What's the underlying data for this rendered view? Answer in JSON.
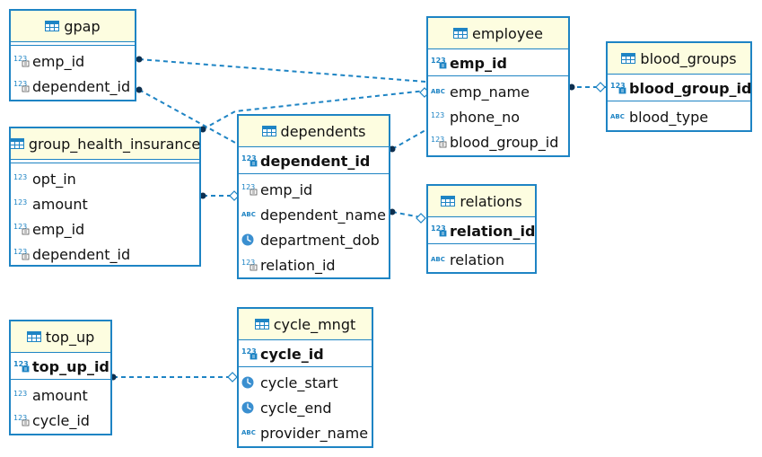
{
  "colors": {
    "border": "#1e84c4",
    "header_bg": "#fdfde0",
    "line": "#1e84c4"
  },
  "icons": {
    "table": "table-icon",
    "numeric": "numeric-icon",
    "text": "text-icon",
    "date": "date-icon"
  },
  "tables": {
    "gpap": {
      "name": "gpap",
      "pk": [],
      "fields": [
        {
          "label": "emp_id",
          "icon": "numeric-key"
        },
        {
          "label": "dependent_id",
          "icon": "numeric-key"
        }
      ]
    },
    "employee": {
      "name": "employee",
      "pk": [
        {
          "label": "emp_id",
          "icon": "numeric-pk"
        }
      ],
      "fields": [
        {
          "label": "emp_name",
          "icon": "text"
        },
        {
          "label": "phone_no",
          "icon": "numeric"
        },
        {
          "label": "blood_group_id",
          "icon": "numeric-key"
        }
      ]
    },
    "blood_groups": {
      "name": "blood_groups",
      "pk": [
        {
          "label": "blood_group_id",
          "icon": "numeric-pk"
        }
      ],
      "fields": [
        {
          "label": "blood_type",
          "icon": "text"
        }
      ]
    },
    "group_health_insurance": {
      "name": "group_health_insurance",
      "pk": [],
      "fields": [
        {
          "label": "opt_in",
          "icon": "numeric"
        },
        {
          "label": "amount",
          "icon": "numeric"
        },
        {
          "label": "emp_id",
          "icon": "numeric-key"
        },
        {
          "label": "dependent_id",
          "icon": "numeric-key"
        }
      ]
    },
    "dependents": {
      "name": "dependents",
      "pk": [
        {
          "label": "dependent_id",
          "icon": "numeric-pk"
        }
      ],
      "fields": [
        {
          "label": "emp_id",
          "icon": "numeric-key"
        },
        {
          "label": "dependent_name",
          "icon": "text"
        },
        {
          "label": "department_dob",
          "icon": "date"
        },
        {
          "label": "relation_id",
          "icon": "numeric-key"
        }
      ]
    },
    "relations": {
      "name": "relations",
      "pk": [
        {
          "label": "relation_id",
          "icon": "numeric-pk"
        }
      ],
      "fields": [
        {
          "label": "relation",
          "icon": "text"
        }
      ]
    },
    "top_up": {
      "name": "top_up",
      "pk": [
        {
          "label": "top_up_id",
          "icon": "numeric-pk"
        }
      ],
      "fields": [
        {
          "label": "amount",
          "icon": "numeric"
        },
        {
          "label": "cycle_id",
          "icon": "numeric-key"
        }
      ]
    },
    "cycle_mngt": {
      "name": "cycle_mngt",
      "pk": [
        {
          "label": "cycle_id",
          "icon": "numeric-pk"
        }
      ],
      "fields": [
        {
          "label": "cycle_start",
          "icon": "date"
        },
        {
          "label": "cycle_end",
          "icon": "date"
        },
        {
          "label": "provider_name",
          "icon": "text"
        }
      ]
    }
  },
  "relationships": [
    {
      "from": "gpap.emp_id",
      "to": "employee.emp_id"
    },
    {
      "from": "gpap.dependent_id",
      "to": "dependents.dependent_id"
    },
    {
      "from": "group_health_insurance.emp_id",
      "to": "employee.emp_id"
    },
    {
      "from": "group_health_insurance.dependent_id",
      "to": "dependents.dependent_id"
    },
    {
      "from": "dependents.emp_id",
      "to": "employee.emp_id"
    },
    {
      "from": "dependents.relation_id",
      "to": "relations.relation_id"
    },
    {
      "from": "employee.blood_group_id",
      "to": "blood_groups.blood_group_id"
    },
    {
      "from": "top_up.cycle_id",
      "to": "cycle_mngt.cycle_id"
    }
  ]
}
